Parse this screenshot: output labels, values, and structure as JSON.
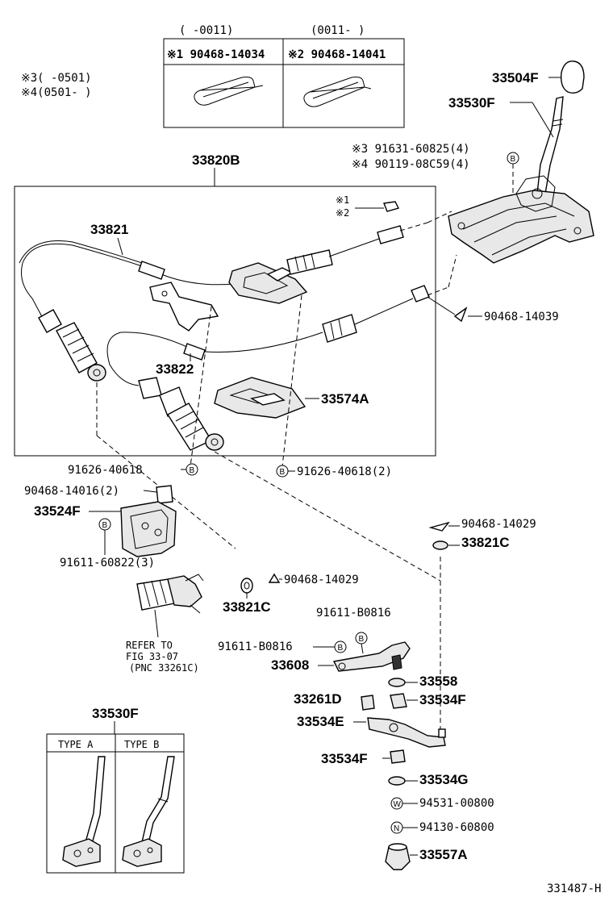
{
  "top_box": {
    "col1_header": "( -0011)",
    "col2_header": "(0011- )",
    "col1_part": "※1 90468-14034",
    "col2_part": "※2 90468-14041"
  },
  "notes": {
    "note3": "※3(    -0501)",
    "note4": "※4(0501-     )"
  },
  "labels": {
    "p33504f": "33504F",
    "p33530f_top": "33530F",
    "p33820b": "33820B",
    "n3_part": "※3 91631-60825(4)",
    "n4_part": "※4 90119-08C59(4)",
    "star1": "※1",
    "star2": "※2",
    "p33821": "33821",
    "p33822": "33822",
    "p90468_14039": "90468-14039",
    "p33574a": "33574A",
    "p91626_left": "91626-40618",
    "p91626_right": "91626-40618(2)",
    "p90468_14016": "90468-14016(2)",
    "p33524f": "33524F",
    "p91611_60822": "91611-60822(3)",
    "p90468_14029_a": "90468-14029",
    "p33821c_a": "33821C",
    "p90468_14029_b": "90468-14029",
    "p33821c_b": "33821C",
    "refer1": "REFER TO",
    "refer2": "FIG 33-07",
    "refer3": "(PNC 33261C)",
    "p91611_b0816_a": "91611-B0816",
    "p91611_b0816_b": "91611-B0816",
    "p33608": "33608",
    "p33558": "33558",
    "p33261d": "33261D",
    "p33534f_a": "33534F",
    "p33534e": "33534E",
    "p33534f_b": "33534F",
    "p33534g": "33534G",
    "p94531": "94531-00800",
    "p94130": "94130-60800",
    "p33557a": "33557A",
    "p33530f_bottom": "33530F",
    "type_a": "TYPE A",
    "type_b": "TYPE B",
    "figure_id": "331487-H"
  },
  "badges": {
    "b": "B",
    "w": "W",
    "n": "N"
  }
}
